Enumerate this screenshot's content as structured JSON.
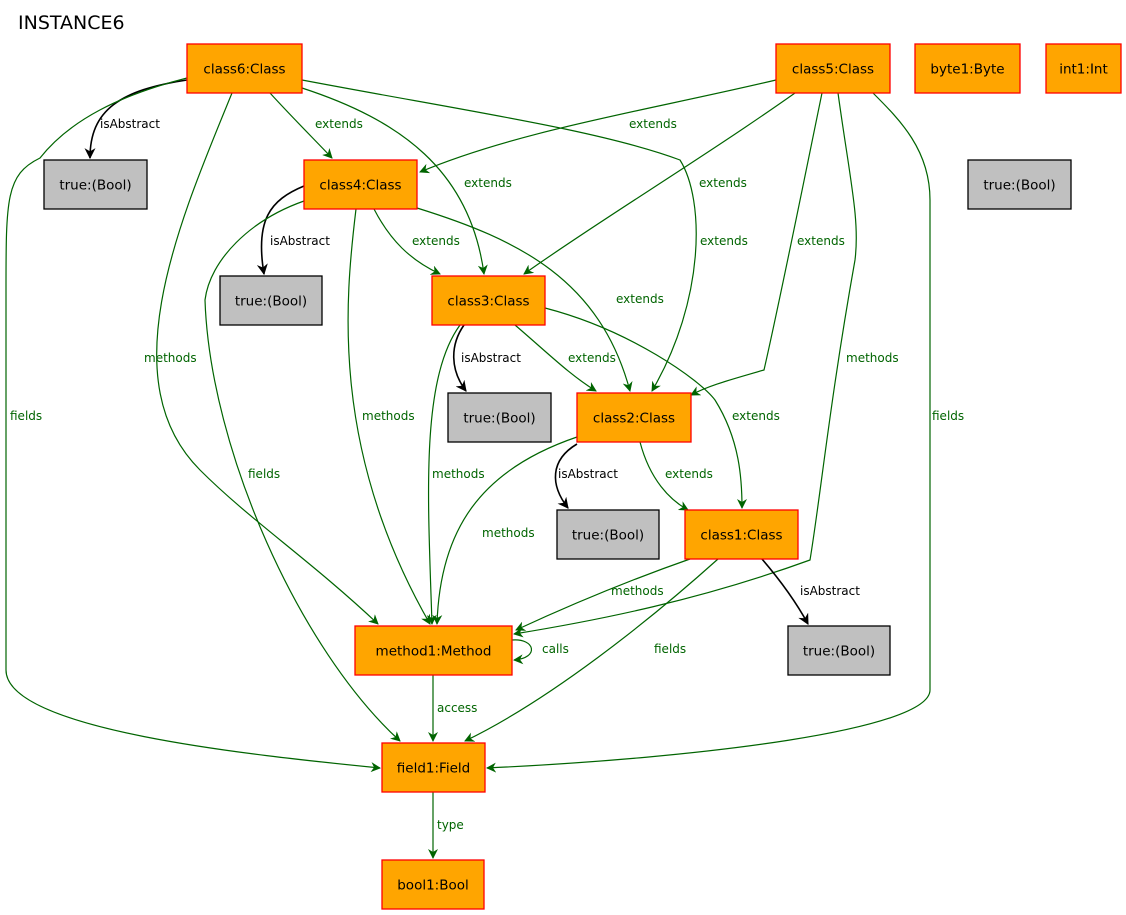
{
  "title": "INSTANCE6",
  "colors": {
    "class_fill": "#ffa500",
    "class_stroke": "#ff0000",
    "bool_fill": "#c0c0c0",
    "bool_stroke": "#000000",
    "relation_edge": "#006400",
    "abstract_edge": "#000000"
  },
  "nodes": {
    "class6": {
      "label": "class6:Class",
      "kind": "class"
    },
    "class5": {
      "label": "class5:Class",
      "kind": "class"
    },
    "byte1": {
      "label": "byte1:Byte",
      "kind": "class"
    },
    "int1": {
      "label": "int1:Int",
      "kind": "class"
    },
    "true_a": {
      "label": "true:(Bool)",
      "kind": "bool"
    },
    "true_e": {
      "label": "true:(Bool)",
      "kind": "bool"
    },
    "class4": {
      "label": "class4:Class",
      "kind": "class"
    },
    "true_b": {
      "label": "true:(Bool)",
      "kind": "bool"
    },
    "class3": {
      "label": "class3:Class",
      "kind": "class"
    },
    "true_c": {
      "label": "true:(Bool)",
      "kind": "bool"
    },
    "class2": {
      "label": "class2:Class",
      "kind": "class"
    },
    "true_d": {
      "label": "true:(Bool)",
      "kind": "bool"
    },
    "class1": {
      "label": "class1:Class",
      "kind": "class"
    },
    "true_f": {
      "label": "true:(Bool)",
      "kind": "bool"
    },
    "method1": {
      "label": "method1:Method",
      "kind": "class"
    },
    "field1": {
      "label": "field1:Field",
      "kind": "class"
    },
    "bool1": {
      "label": "bool1:Bool",
      "kind": "class"
    }
  },
  "edges": [
    {
      "id": "c6-abs",
      "from": "class6",
      "to": "true_a",
      "label": "isAbstract",
      "kind": "abstract"
    },
    {
      "id": "c6-ext-c4",
      "from": "class6",
      "to": "class4",
      "label": "extends",
      "kind": "relation"
    },
    {
      "id": "c6-ext-c3",
      "from": "class6",
      "to": "class3",
      "label": "extends",
      "kind": "relation"
    },
    {
      "id": "c6-ext-c2",
      "from": "class6",
      "to": "class2",
      "label": "extends",
      "kind": "relation"
    },
    {
      "id": "c6-methods",
      "from": "class6",
      "to": "method1",
      "label": "methods",
      "kind": "relation"
    },
    {
      "id": "c6-fields",
      "from": "class6",
      "to": "field1",
      "label": "fields",
      "kind": "relation"
    },
    {
      "id": "c5-ext-c4",
      "from": "class5",
      "to": "class4",
      "label": "extends",
      "kind": "relation"
    },
    {
      "id": "c5-ext-c3",
      "from": "class5",
      "to": "class3",
      "label": "extends",
      "kind": "relation"
    },
    {
      "id": "c5-ext-c2",
      "from": "class5",
      "to": "class2",
      "label": "extends",
      "kind": "relation"
    },
    {
      "id": "c5-methods",
      "from": "class5",
      "to": "method1",
      "label": "methods",
      "kind": "relation"
    },
    {
      "id": "c5-fields",
      "from": "class5",
      "to": "field1",
      "label": "fields",
      "kind": "relation"
    },
    {
      "id": "c5-abs",
      "from": "class5",
      "to": "true_e",
      "label": "isAbstract",
      "kind": "abstract"
    },
    {
      "id": "c4-abs",
      "from": "class4",
      "to": "true_b",
      "label": "isAbstract",
      "kind": "abstract"
    },
    {
      "id": "c4-ext-c3",
      "from": "class4",
      "to": "class3",
      "label": "extends",
      "kind": "relation"
    },
    {
      "id": "c4-ext-c2",
      "from": "class4",
      "to": "class2",
      "label": "extends",
      "kind": "relation"
    },
    {
      "id": "c4-methods",
      "from": "class4",
      "to": "method1",
      "label": "methods",
      "kind": "relation"
    },
    {
      "id": "c4-fields",
      "from": "class4",
      "to": "field1",
      "label": "fields",
      "kind": "relation"
    },
    {
      "id": "c3-abs",
      "from": "class3",
      "to": "true_c",
      "label": "isAbstract",
      "kind": "abstract"
    },
    {
      "id": "c3-ext-c2",
      "from": "class3",
      "to": "class2",
      "label": "extends",
      "kind": "relation"
    },
    {
      "id": "c3-ext-c1",
      "from": "class3",
      "to": "class1",
      "label": "extends",
      "kind": "relation"
    },
    {
      "id": "c3-methods",
      "from": "class3",
      "to": "method1",
      "label": "methods",
      "kind": "relation"
    },
    {
      "id": "c2-abs",
      "from": "class2",
      "to": "true_d",
      "label": "isAbstract",
      "kind": "abstract"
    },
    {
      "id": "c2-ext-c1",
      "from": "class2",
      "to": "class1",
      "label": "extends",
      "kind": "relation"
    },
    {
      "id": "c2-methods",
      "from": "class2",
      "to": "method1",
      "label": "methods",
      "kind": "relation"
    },
    {
      "id": "c1-abs",
      "from": "class1",
      "to": "true_f",
      "label": "isAbstract",
      "kind": "abstract"
    },
    {
      "id": "c1-methods",
      "from": "class1",
      "to": "method1",
      "label": "methods",
      "kind": "relation"
    },
    {
      "id": "c1-fields",
      "from": "class1",
      "to": "field1",
      "label": "fields",
      "kind": "relation"
    },
    {
      "id": "m1-calls",
      "from": "method1",
      "to": "method1",
      "label": "calls",
      "kind": "relation"
    },
    {
      "id": "m1-access",
      "from": "method1",
      "to": "field1",
      "label": "access",
      "kind": "relation"
    },
    {
      "id": "f1-type",
      "from": "field1",
      "to": "bool1",
      "label": "type",
      "kind": "relation"
    }
  ]
}
